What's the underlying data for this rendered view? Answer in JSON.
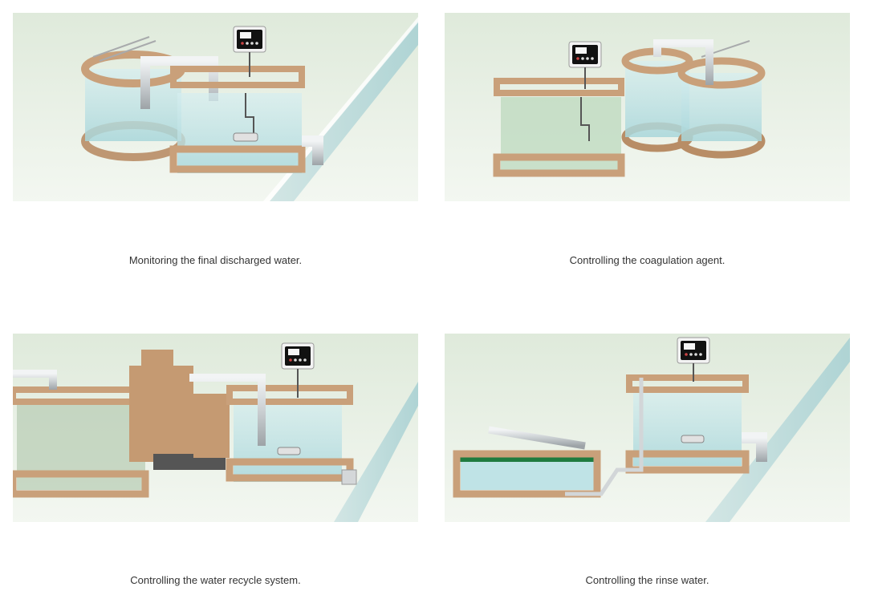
{
  "panels": [
    {
      "caption": "Monitoring the final discharged water."
    },
    {
      "caption": "Controlling the coagulation agent."
    },
    {
      "caption": "Controlling the water recycle system."
    },
    {
      "caption": "Controlling the rinse water."
    }
  ],
  "colors": {
    "background": "#eef3ec",
    "wood": "#c9a07a",
    "water": "#bfe3e6",
    "pipe": "#cfd3d6",
    "controller": "#111111"
  }
}
